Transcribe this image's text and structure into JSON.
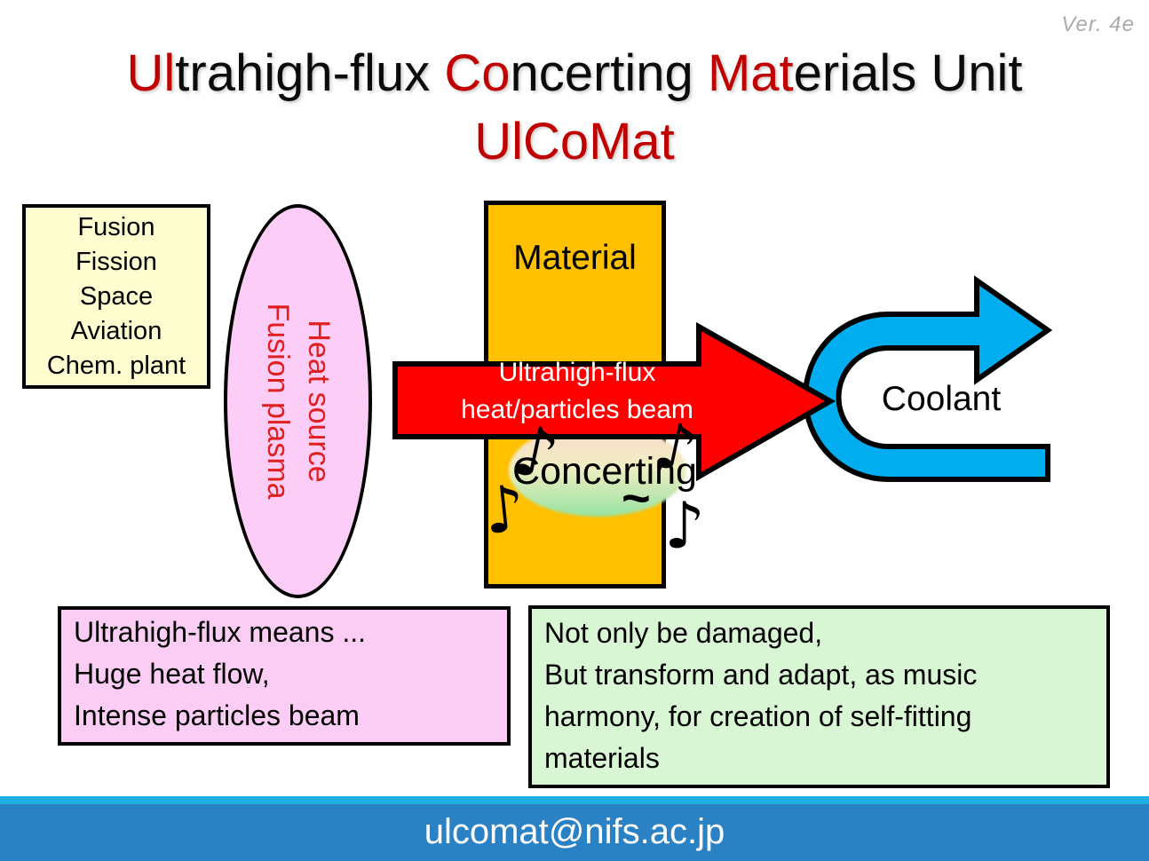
{
  "version": "Ver. 4e",
  "title": {
    "line1_segments": [
      {
        "text": "Ul",
        "color": "#C00000"
      },
      {
        "text": "trahigh-flux ",
        "color": "#0b0b0b"
      },
      {
        "text": "Co",
        "color": "#C00000"
      },
      {
        "text": "ncerting ",
        "color": "#0b0b0b"
      },
      {
        "text": "Mat",
        "color": "#C00000"
      },
      {
        "text": "erials Unit",
        "color": "#0b0b0b"
      }
    ],
    "line2": "UlCoMat"
  },
  "applications_box": {
    "lines": [
      "Fusion",
      "Fission",
      "Space",
      "Aviation",
      "Chem. plant"
    ]
  },
  "heat_source_ellipse": {
    "line1": "Heat source",
    "line2": "Fusion plasma"
  },
  "material_block": {
    "label": "Material",
    "concerting_label": "Concerting",
    "tilde": "~",
    "note_icon": "♪"
  },
  "beam_arrow": {
    "line1": "Ultrahigh-flux",
    "line2": "heat/particles beam"
  },
  "coolant_arrow": {
    "label": "Coolant"
  },
  "pink_note_box": {
    "lines": [
      "Ultrahigh-flux means ...",
      "Huge heat flow,",
      "Intense particles beam"
    ]
  },
  "green_note_box": {
    "lines": [
      "Not only be damaged,",
      "But transform and adapt, as music",
      "harmony, for creation of self-fitting",
      "materials"
    ]
  },
  "footer": {
    "email": "ulcomat@nifs.ac.jp"
  },
  "colors": {
    "title_accent": "#C00000",
    "beam_red": "#FF0000",
    "coolant_blue": "#00AEEF",
    "material_orange": "#FFC000",
    "plasma_pink": "#FBCDF7",
    "plasma_text_red": "#E02020",
    "apps_yellow": "#FDFDD0",
    "note_pink": "#FBCDF5",
    "note_green": "#D9F6D4",
    "footer_strip_blue": "#1FAEE3",
    "footer_bar_blue": "#2A82C4"
  }
}
